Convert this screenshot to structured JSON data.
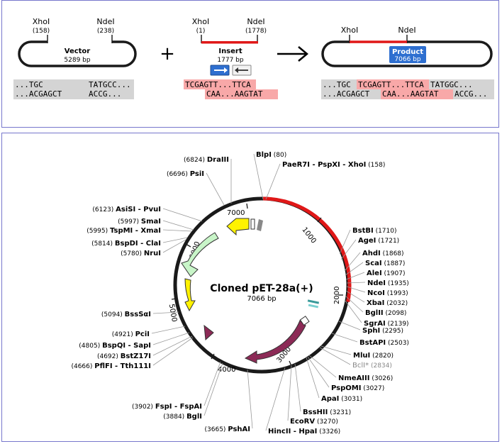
{
  "cloning": {
    "vector": {
      "site_left": {
        "name": "XhoI",
        "pos": "(158)"
      },
      "site_right": {
        "name": "NdeI",
        "pos": "(238)"
      },
      "label": "Vector",
      "size": "5289 bp",
      "seq_top": [
        "...TGC",
        "TATGCC..."
      ],
      "seq_bottom": [
        "...ACGAGCT",
        "ACCG..."
      ]
    },
    "plus": "+",
    "insert": {
      "site_left": {
        "name": "XhoI",
        "pos": "(1)"
      },
      "site_right": {
        "name": "NdeI",
        "pos": "(1778)"
      },
      "label": "Insert",
      "size": "1777 bp",
      "seq_top": "TCGAGTT...TTCA",
      "seq_bottom": "CAA...AAGTAT"
    },
    "product": {
      "site_left": "XhoI",
      "site_right": "NdeI",
      "label": "Product",
      "size": "7066 bp",
      "seq_top": [
        "...TGC",
        "TCGAGTT...TTCA",
        "TATGGC..."
      ],
      "seq_bottom": [
        "...ACGAGCT",
        "CAA...AAGTAT",
        "ACCG..."
      ]
    },
    "colors": {
      "insert": "#e01818",
      "highlight": "#f8a8a8",
      "grey": "#d4d4d4",
      "product_badge": "#2e6fd0"
    }
  },
  "plasmid": {
    "name": "Cloned pET-28a(+)",
    "size": "7066 bp",
    "ticks": [
      "1000",
      "2000",
      "3000",
      "4000",
      "5000",
      "6000",
      "7000"
    ],
    "right_sites": [
      {
        "name": "BlpI",
        "pos": "(80)"
      },
      {
        "name": "PaeR7I - PspXI - XhoI",
        "pos": "(158)"
      },
      {
        "name": "BstBI",
        "pos": "(1710)"
      },
      {
        "name": "AgeI",
        "pos": "(1721)"
      },
      {
        "name": "AhdI",
        "pos": "(1868)"
      },
      {
        "name": "ScaI",
        "pos": "(1887)"
      },
      {
        "name": "AleI",
        "pos": "(1907)"
      },
      {
        "name": "NdeI",
        "pos": "(1935)"
      },
      {
        "name": "NcoI",
        "pos": "(1993)"
      },
      {
        "name": "XbaI",
        "pos": "(2032)"
      },
      {
        "name": "BglII",
        "pos": "(2098)"
      },
      {
        "name": "SgrAI",
        "pos": "(2139)"
      },
      {
        "name": "SphI",
        "pos": "(2295)"
      },
      {
        "name": "BstAPI",
        "pos": "(2503)"
      },
      {
        "name": "MluI",
        "pos": "(2820)"
      },
      {
        "name": "BclI*",
        "pos": "(2834)"
      },
      {
        "name": "NmeAIII",
        "pos": "(3026)"
      },
      {
        "name": "PspOMI",
        "pos": "(3027)"
      },
      {
        "name": "ApaI",
        "pos": "(3031)"
      },
      {
        "name": "BssHII",
        "pos": "(3231)"
      },
      {
        "name": "EcoRV",
        "pos": "(3270)"
      },
      {
        "name": "HincII - HpaI",
        "pos": "(3326)"
      }
    ],
    "left_sites": [
      {
        "name": "DraIII",
        "pos": "(6824)"
      },
      {
        "name": "PsiI",
        "pos": "(6696)"
      },
      {
        "name": "AsiSI - PvuI",
        "pos": "(6123)"
      },
      {
        "name": "SmaI",
        "pos": "(5997)"
      },
      {
        "name": "TspMI - XmaI",
        "pos": "(5995)"
      },
      {
        "name": "BspDI - ClaI",
        "pos": "(5814)"
      },
      {
        "name": "NruI",
        "pos": "(5780)"
      },
      {
        "name": "BssSαI",
        "pos": "(5094)"
      },
      {
        "name": "PciI",
        "pos": "(4921)"
      },
      {
        "name": "BspQI - SapI",
        "pos": "(4805)"
      },
      {
        "name": "BstZ17I",
        "pos": "(4692)"
      },
      {
        "name": "PflFI - Tth111I",
        "pos": "(4666)"
      },
      {
        "name": "FspI - FspAI",
        "pos": "(3902)"
      },
      {
        "name": "BglI",
        "pos": "(3884)"
      },
      {
        "name": "PshAI",
        "pos": "(3665)"
      }
    ],
    "colors": {
      "insert": "#e01818",
      "backbone": "#1a1a1a",
      "kan": "#8c2a56",
      "lacI": "#8c2a56",
      "ori": "#fff200",
      "f1": "#c8f5c8",
      "gray_site": "#888888"
    }
  }
}
